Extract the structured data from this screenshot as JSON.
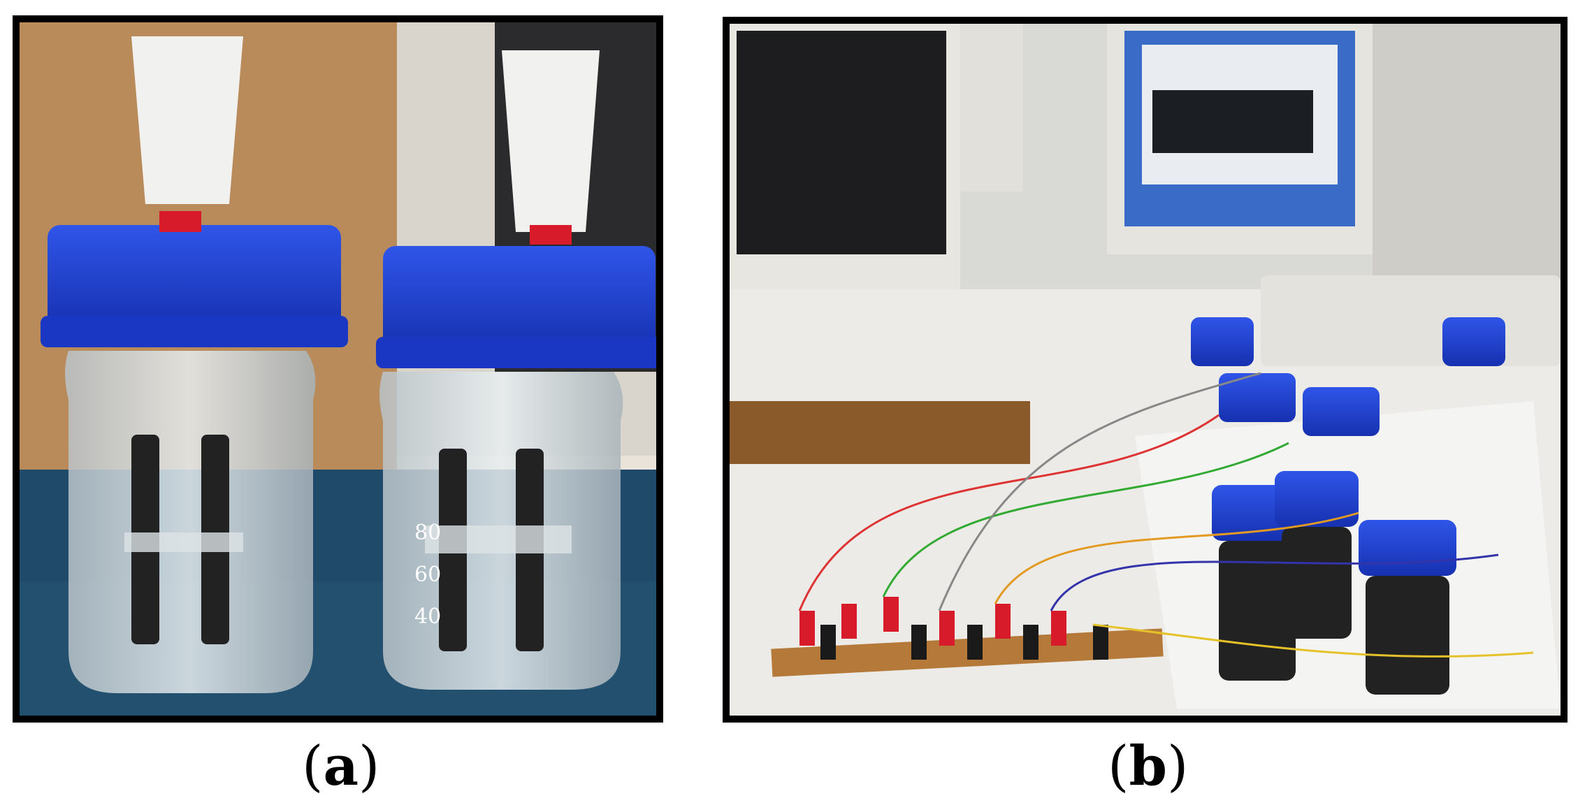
{
  "figure": {
    "panels": [
      {
        "id": "a",
        "label": "a",
        "description_icon": "photo-two-glass-jar-reactors-icon",
        "jar_marks": [
          "80",
          "60",
          "40"
        ]
      },
      {
        "id": "b",
        "label": "b",
        "description_icon": "photo-multi-reactor-setup-icon"
      }
    ]
  },
  "colors": {
    "cap_blue": "#1f3fd0",
    "clip_red": "#d81b2a",
    "clip_black": "#1a1a1a",
    "frame": "#000000"
  }
}
